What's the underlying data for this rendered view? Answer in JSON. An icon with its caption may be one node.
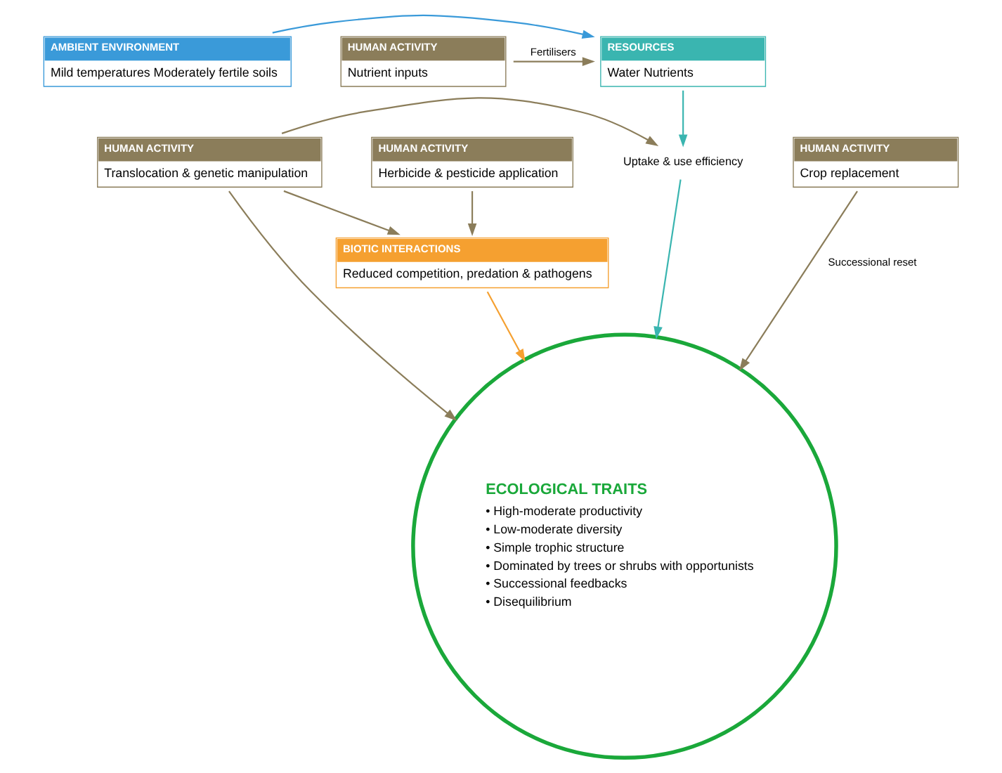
{
  "diagram": {
    "nodes": [
      {
        "text": [
          "AMBIENT ENVIRONMENT",
          "Mild temperatures Moderately fertile soils"
        ]
      },
      {
        "text": [
          "RESOURCES",
          "Water Nutrients"
        ]
      },
      {
        "text": [
          "HUMAN ACTIVITY",
          "Nutrient inputs"
        ]
      },
      {
        "text": [
          "Uptake & use efficiency"
        ]
      },
      {
        "text": [
          "HUMAN ACTIVITY",
          "Translocation & genetic manipulation"
        ]
      },
      {
        "text": [
          "ECOLOGICAL TRAITS",
          "• High-moderate productivity",
          "• Low-moderate diversity",
          "• Simple trophic structure",
          "• Dominated by trees or shrubs with opportunists",
          "• Successional feedbacks",
          "• Disequilibrium"
        ]
      },
      {
        "text": [
          "HUMAN ACTIVITY",
          "Crop replacement"
        ]
      },
      {
        "text": [
          "HUMAN ACTIVITY",
          "Herbicide & pesticide application"
        ]
      },
      {
        "text": [
          "BIOTIC INTERACTIONS",
          "Reduced competition, predation & pathogens"
        ]
      }
    ],
    "edges": [
      {
        "from": 0,
        "to": 1,
        "arrow": "to",
        "color": "#3a9ad9"
      },
      {
        "from": 2,
        "to": 1,
        "arrow": "to",
        "label": "Fertilisers"
      },
      {
        "from": 1,
        "to": 3,
        "arrow": "to",
        "color": "#3ab5b0"
      },
      {
        "from": 3,
        "to": 5,
        "arrow": "to",
        "color": "#3ab5b0"
      },
      {
        "from": 4,
        "to": 3,
        "arrow": "to"
      },
      {
        "from": 4,
        "to": 5,
        "arrow": "to"
      },
      {
        "from": 4,
        "to": 8,
        "arrow": "to"
      },
      {
        "from": 6,
        "to": 5,
        "arrow": "to",
        "label": "Successional reset"
      },
      {
        "from": 7,
        "to": 8,
        "arrow": "to"
      },
      {
        "from": 8,
        "to": 5,
        "arrow": "to",
        "color": "#f5a030"
      }
    ]
  }
}
